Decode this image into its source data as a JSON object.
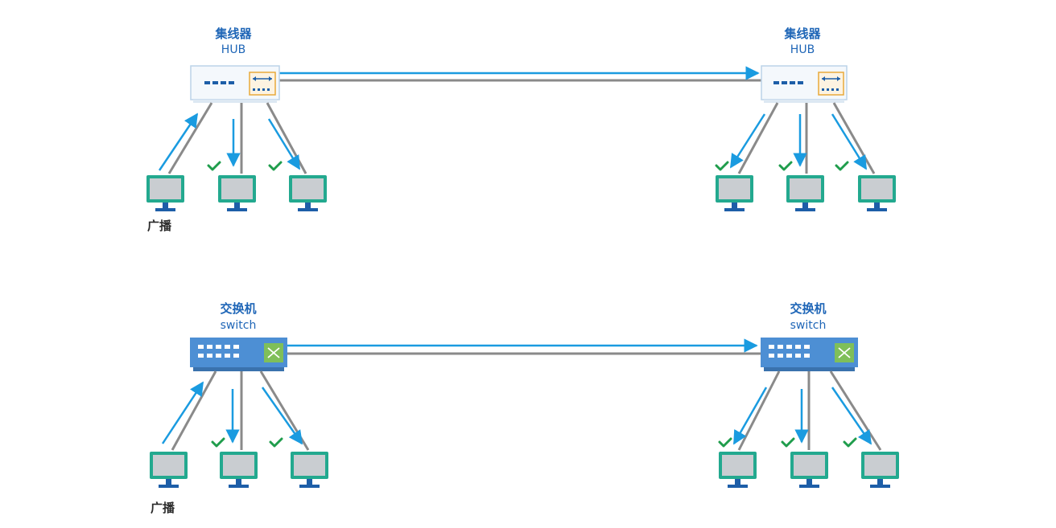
{
  "hub_diagram": {
    "left_device": {
      "label_cn": "集线器",
      "label_en": "HUB"
    },
    "right_device": {
      "label_cn": "集线器",
      "label_en": "HUB"
    },
    "broadcast_label": "广播"
  },
  "switch_diagram": {
    "left_device": {
      "label_cn": "交换机",
      "label_en": "switch"
    },
    "right_device": {
      "label_cn": "交换机",
      "label_en": "switch"
    },
    "broadcast_label": "广播"
  },
  "colors": {
    "arrow": "#1a9be0",
    "cable": "#8a8a8a",
    "check": "#1f9d4c",
    "computer": "#23a98f",
    "screen": "#c9cdd1",
    "stand": "#1d5ea8",
    "hub_body": "#f4f8fc",
    "hub_border": "#bcd3e8",
    "hub_port_box": "#e8a93a",
    "switch_body": "#4d8fd4",
    "switch_port_box": "#7fbf59",
    "label": "#1f66b7"
  },
  "icons": [
    "hub-icon",
    "switch-icon",
    "computer-icon",
    "check-icon",
    "arrow-icon",
    "bidirectional-arrow-icon",
    "crossed-arrows-icon"
  ]
}
